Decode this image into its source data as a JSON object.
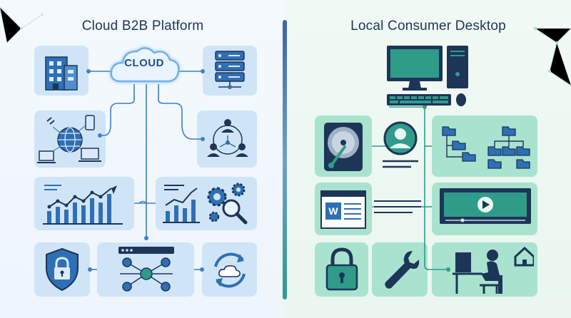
{
  "titles": {
    "left": "Cloud B2B Platform",
    "right": "Local Consumer Desktop"
  },
  "cloud_label": "CLOUD",
  "colors": {
    "navy": "#1d3557",
    "blue_tile": "#cfe5f7",
    "green_tile": "#a9e3cf",
    "accent_blue": "#2f6fb5",
    "accent_green": "#2f9c8a"
  },
  "left_icons": [
    "office-building-icon",
    "server-rack-icon",
    "global-network-devices-icon",
    "team-network-icon",
    "growth-chart-icon",
    "analytics-gears-icon",
    "security-shield-lock-icon",
    "browser-network-icon",
    "cloud-sync-icon"
  ],
  "right_icons": [
    "desktop-computer-icon",
    "hard-drive-icon",
    "user-profile-icon",
    "folder-tree-icon",
    "word-document-icon",
    "video-player-icon",
    "padlock-icon",
    "wrench-icon",
    "home-office-user-icon"
  ]
}
